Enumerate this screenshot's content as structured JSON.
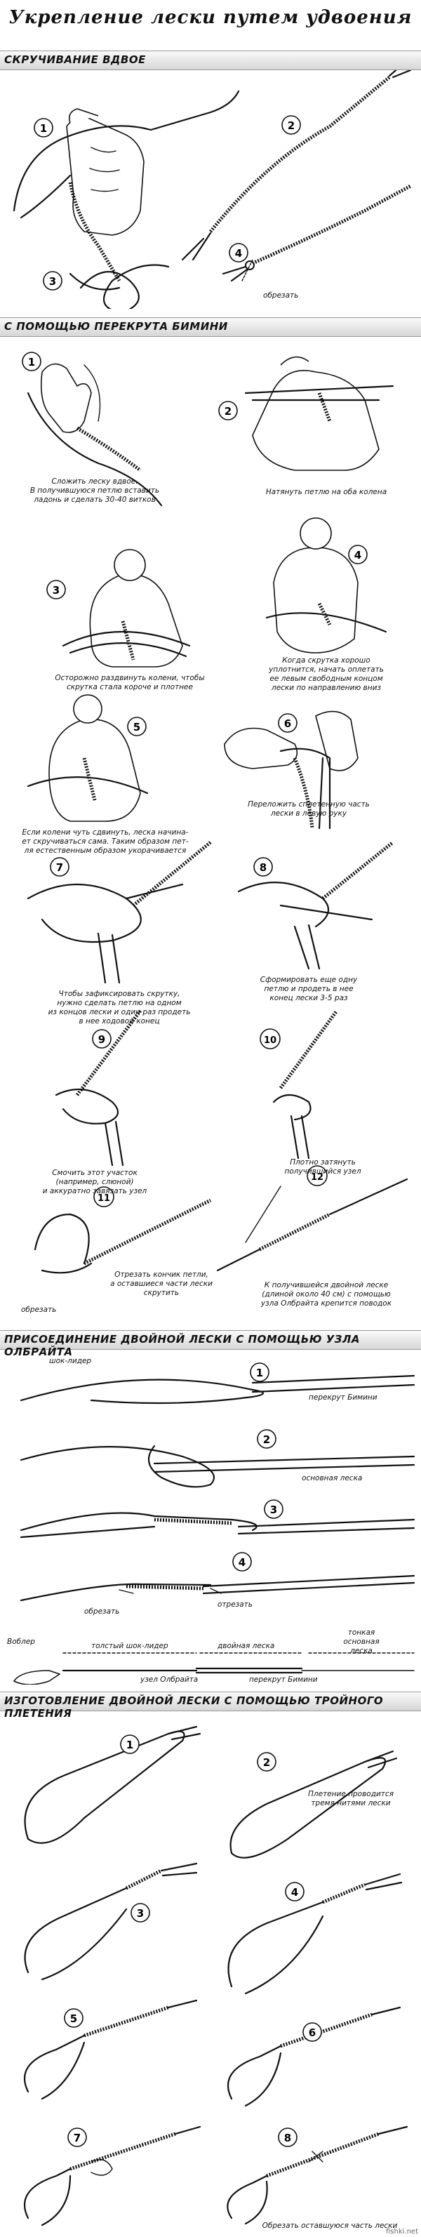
{
  "title": "Укрепление лески путем удвоения",
  "sections": {
    "s1": "Скручивание вдвое",
    "s2": "С помощью перекрута Бимини",
    "s3": "Присоединение двойной лески с помощью узла Олбрайта",
    "s4": "Изготовление двойной лески с помощью тройного плетения"
  },
  "s1": {
    "numbers": [
      "1",
      "2",
      "3",
      "4"
    ],
    "cut_label": "обрезать"
  },
  "s2": {
    "numbers": [
      "1",
      "2",
      "3",
      "4",
      "5",
      "6",
      "7",
      "8",
      "9",
      "10",
      "11",
      "12"
    ],
    "cap1": "Сложить леску вдвое.\nВ получившуюся петлю вставить\nладонь и сделать 30-40 витков",
    "cap2": "Натянуть петлю на оба колена",
    "cap3": "Осторожно раздвинуть колени, чтобы\nскрутка стала короче и плотнее",
    "cap4": "Когда скрутка хорошо\nуплотнится, начать оплетать\nее левым свободным концом\nлески по направлению вниз",
    "cap5": "Если колени чуть сдвинуть, леска начина-\nет скручиваться сама. Таким образом пет-\nля естественным образом укорачивается",
    "cap6": "Переложить сплетенную часть\nлески в левую руку",
    "cap7": "Чтобы зафиксировать скрутку,\nнужно сделать петлю на одном\nиз концов лески и один раз продеть\nв нее ходовой конец",
    "cap8": "Сформировать еще одну\nпетлю и продеть в нее\nконец лески 3-5 раз",
    "cap9": "Смочить этот участок\n(например, слюной)\nи аккуратно завязать узел",
    "cap10": "Плотно затянуть\nполучившийся узел",
    "cap11": "Отрезать кончик петли,\nа оставшиеся части лески\nскрутить",
    "cap11b": "обрезать",
    "cap12": "К получившейся двойной леске\n(длиной около 40 см) с помощью\nузла Олбрайта крепится поводок"
  },
  "s3": {
    "numbers": [
      "1",
      "2",
      "3",
      "4"
    ],
    "shock_leader": "шок-лидер",
    "bimini": "перекрут Бимини",
    "main_line": "основная леска",
    "cut1": "обрезать",
    "cut2": "отрезать",
    "wobbler": "Воблер",
    "thick_leader": "толстый шок-лидер",
    "double_line": "двойная леска",
    "thin_main": "тонкая\nосновная\nлеска",
    "albright": "узел Олбрайта",
    "bimini2": "перекрут Бимини"
  },
  "s4": {
    "numbers": [
      "1",
      "2",
      "3",
      "4",
      "5",
      "6",
      "7",
      "8"
    ],
    "cap2": "Плетение проводится\nтремя нитями лески",
    "cap8": "Обрезать оставшуюся часть лески"
  },
  "watermark": "fishki.net"
}
